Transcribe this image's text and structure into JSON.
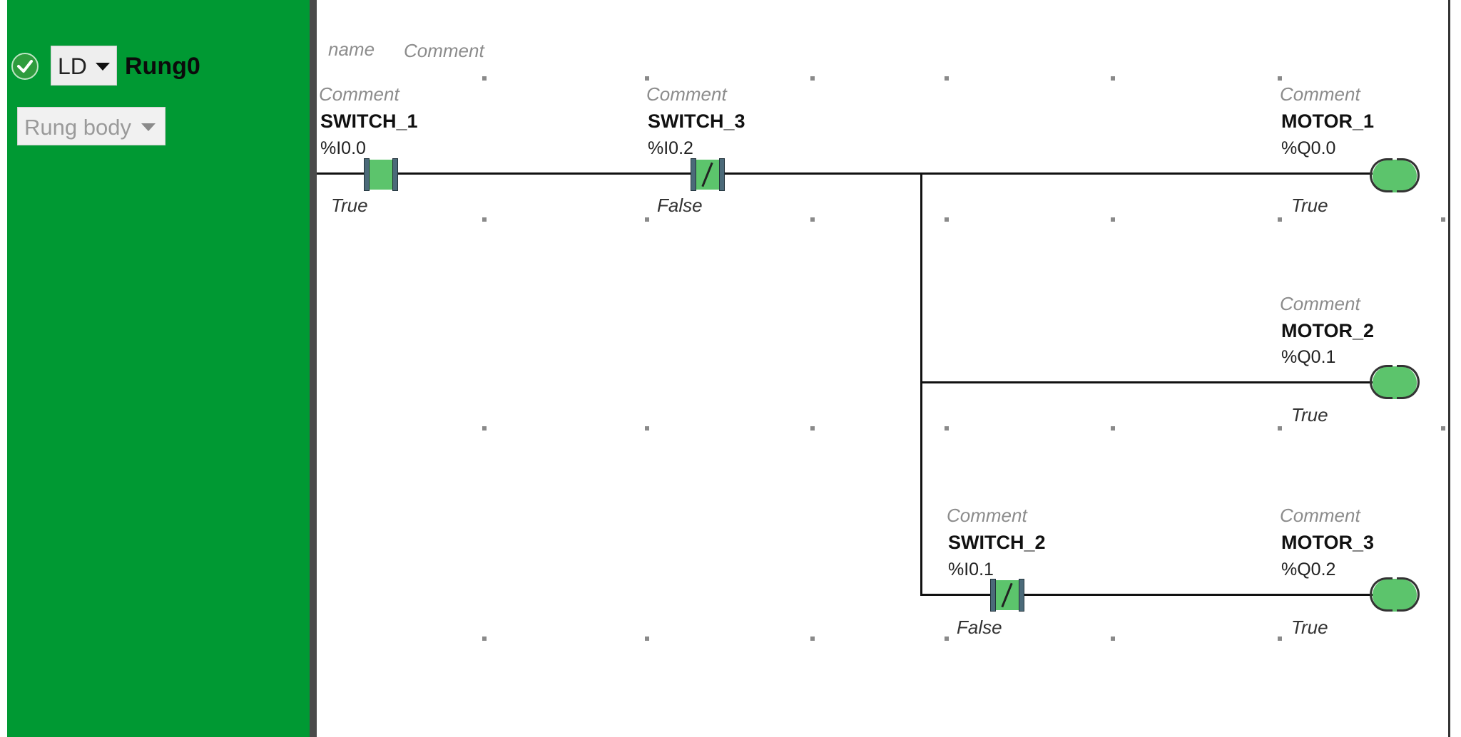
{
  "rung": {
    "language": "LD",
    "name": "Rung0",
    "section": "Rung body",
    "name_placeholder": "name",
    "comment_placeholder": "Comment"
  },
  "contacts": [
    {
      "id": "switch1",
      "comment": "Comment",
      "name": "SWITCH_1",
      "address": "%I0.0",
      "state": "True",
      "type": "normally-open"
    },
    {
      "id": "switch3",
      "comment": "Comment",
      "name": "SWITCH_3",
      "address": "%I0.2",
      "state": "False",
      "type": "normally-closed"
    },
    {
      "id": "switch2",
      "comment": "Comment",
      "name": "SWITCH_2",
      "address": "%I0.1",
      "state": "False",
      "type": "normally-closed"
    }
  ],
  "coils": [
    {
      "id": "motor1",
      "comment": "Comment",
      "name": "MOTOR_1",
      "address": "%Q0.0",
      "state": "True"
    },
    {
      "id": "motor2",
      "comment": "Comment",
      "name": "MOTOR_2",
      "address": "%Q0.1",
      "state": "True"
    },
    {
      "id": "motor3",
      "comment": "Comment",
      "name": "MOTOR_3",
      "address": "%Q0.2",
      "state": "True"
    }
  ],
  "colors": {
    "rung_header": "#009933",
    "energized_fill": "#5cc46c",
    "wire": "#111111"
  },
  "icons": {
    "status": "check-circle-icon",
    "dropdown": "caret-down-icon",
    "contact_open": "normally-open-contact-icon",
    "contact_closed": "normally-closed-contact-icon",
    "coil": "coil-icon"
  }
}
